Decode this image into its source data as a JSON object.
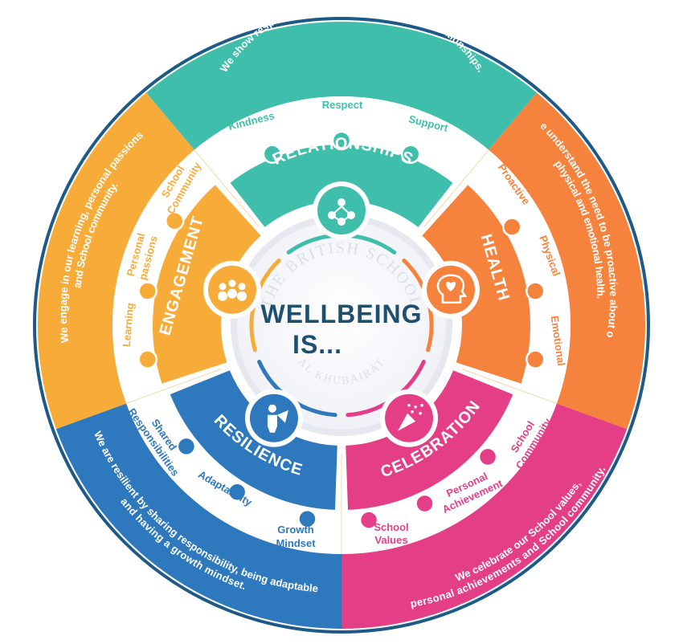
{
  "center": {
    "title_line1": "WELLBEING",
    "title_line2": "IS...",
    "watermark_top": "THE BRITISH SCHOOL",
    "watermark_bottom": "AL KHUBAIRAT"
  },
  "colors": {
    "relationships": "#3fbfab",
    "health": "#f5833d",
    "celebration": "#e43f86",
    "resilience": "#2e78bd",
    "engagement": "#f7ac3a",
    "ring": "#1d5a88",
    "title": "#1f4f6f"
  },
  "icons": {
    "relationships": "people-network-icon",
    "health": "heart-head-icon",
    "celebration": "party-popper-icon",
    "resilience": "superhero-icon",
    "engagement": "group-icon"
  },
  "segments": {
    "relationships": {
      "title": "RELATIONSHIPS",
      "statement": "We show respect, kindness and support in our relationships.",
      "items": [
        "Kindness",
        "Respect",
        "Support"
      ]
    },
    "health": {
      "title": "HEALTH",
      "statement_line1": "We understand the need to be proactive about our",
      "statement_line2": "physical and emotional health.",
      "items": [
        "Proactive",
        "Physical",
        "Emotional"
      ]
    },
    "celebration": {
      "title": "CELEBRATION",
      "statement_line1": "We celebrate our School values,",
      "statement_line2": "personal achievements and School community.",
      "items": [
        {
          "line1": "School",
          "line2": "Values"
        },
        {
          "line1": "Personal",
          "line2": "Achievement"
        },
        {
          "line1": "School",
          "line2": "Community"
        }
      ]
    },
    "resilience": {
      "title": "RESILIENCE",
      "statement_line1": "We are resilient by sharing responsibility, being adaptable",
      "statement_line2": "and having a growth mindset.",
      "items": [
        {
          "line1": "Shared",
          "line2": "Responsibilities"
        },
        {
          "line1": "Adaptability",
          "line2": ""
        },
        {
          "line1": "Growth",
          "line2": "Mindset"
        }
      ]
    },
    "engagement": {
      "title": "ENGAGEMENT",
      "statement_line1": "We engage in our learning, personal passions",
      "statement_line2": "and School community.",
      "items": [
        {
          "line1": "Learning",
          "line2": ""
        },
        {
          "line1": "Personal",
          "line2": "passions"
        },
        {
          "line1": "School",
          "line2": "Community"
        }
      ]
    }
  }
}
